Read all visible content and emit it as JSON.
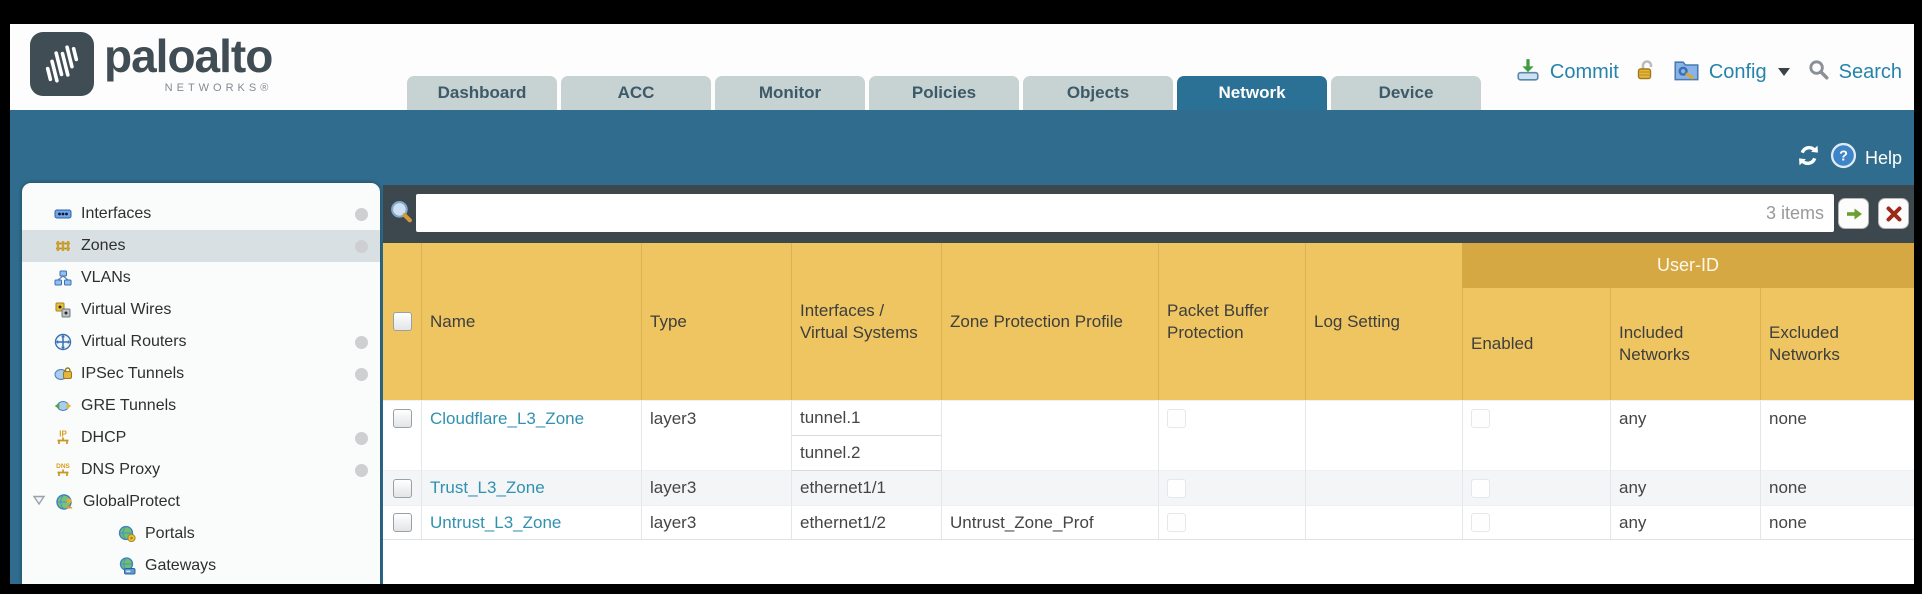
{
  "brand": {
    "name": "paloalto",
    "networks": "NETWORKS®"
  },
  "nav": {
    "tabs": [
      {
        "label": "Dashboard",
        "active": false
      },
      {
        "label": "ACC",
        "active": false
      },
      {
        "label": "Monitor",
        "active": false
      },
      {
        "label": "Policies",
        "active": false
      },
      {
        "label": "Objects",
        "active": false
      },
      {
        "label": "Network",
        "active": true
      },
      {
        "label": "Device",
        "active": false
      }
    ]
  },
  "toolbar": {
    "commit": "Commit",
    "config": "Config",
    "search": "Search"
  },
  "band": {
    "help": "Help"
  },
  "sidebar": {
    "items": [
      {
        "label": "Interfaces",
        "icon": "interfaces-icon",
        "dot": true
      },
      {
        "label": "Zones",
        "icon": "zones-icon",
        "dot": true,
        "selected": true
      },
      {
        "label": "VLANs",
        "icon": "vlans-icon"
      },
      {
        "label": "Virtual Wires",
        "icon": "virtual-wires-icon"
      },
      {
        "label": "Virtual Routers",
        "icon": "virtual-routers-icon",
        "dot": true
      },
      {
        "label": "IPSec Tunnels",
        "icon": "ipsec-tunnels-icon",
        "dot": true
      },
      {
        "label": "GRE Tunnels",
        "icon": "gre-tunnels-icon"
      },
      {
        "label": "DHCP",
        "icon": "dhcp-icon",
        "dot": true
      },
      {
        "label": "DNS Proxy",
        "icon": "dns-proxy-icon",
        "dot": true
      },
      {
        "label": "GlobalProtect",
        "icon": "globalprotect-icon",
        "expandable": true
      },
      {
        "label": "Portals",
        "icon": "portals-icon",
        "indent": true
      },
      {
        "label": "Gateways",
        "icon": "gateways-icon",
        "indent": true
      }
    ]
  },
  "filter": {
    "count": "3 items",
    "value": "",
    "placeholder": ""
  },
  "table": {
    "group_header": "User-ID",
    "columns": [
      "Name",
      "Type",
      "Interfaces / Virtual Systems",
      "Zone Protection Profile",
      "Packet Buffer Protection",
      "Log Setting",
      "Enabled",
      "Included Networks",
      "Excluded Networks"
    ],
    "rows": [
      {
        "name": "Cloudflare_L3_Zone",
        "type": "layer3",
        "interfaces": [
          "tunnel.1",
          "tunnel.2"
        ],
        "zone_protection_profile": "",
        "log_setting": "",
        "included_networks": "any",
        "excluded_networks": "none"
      },
      {
        "name": "Trust_L3_Zone",
        "type": "layer3",
        "interfaces": [
          "ethernet1/1"
        ],
        "zone_protection_profile": "",
        "log_setting": "",
        "included_networks": "any",
        "excluded_networks": "none"
      },
      {
        "name": "Untrust_L3_Zone",
        "type": "layer3",
        "interfaces": [
          "ethernet1/2"
        ],
        "zone_protection_profile": "Untrust_Zone_Prof",
        "log_setting": "",
        "included_networks": "any",
        "excluded_networks": "none"
      }
    ]
  },
  "icons": {
    "commit-icon": "down-arrow-into-tray",
    "lock-icon": "gold-padlock",
    "config-icon": "folder-with-key",
    "search-icon": "magnifier",
    "refresh-icon": "circular-arrows",
    "help-icon": "question-mark-circle",
    "filter-magnifier-icon": "magnifier",
    "apply-filter-icon": "green-right-arrow",
    "clear-filter-icon": "red-x"
  },
  "colors": {
    "band_blue": "#2f6c8d",
    "active_tab": "#2b7095",
    "inactive_tab": "#c7d2d2",
    "header_yellow": "#eec561",
    "userid_band": "#d5a843",
    "filter_row": "#3c474e",
    "link": "#3191b1",
    "selected_sidebar": "#d8e0e4",
    "alt_row": "#f3f5f6"
  }
}
